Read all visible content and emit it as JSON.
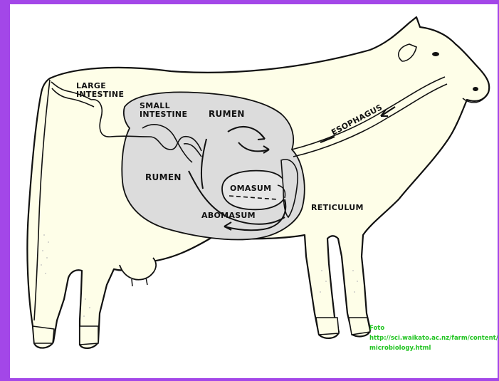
{
  "labels": {
    "large_intestine": [
      "LARGE",
      "INTESTINE"
    ],
    "small_intestine": [
      "SMALL",
      "INTESTINE"
    ],
    "rumen_upper": "RUMEN",
    "rumen_lower": "RUMEN",
    "esophagus": "ESOPHAGUS",
    "omasum": "OMASUM",
    "abomasum": "ABOMASUM",
    "reticulum": "RETICULUM"
  },
  "credit": {
    "line1": "Foto",
    "line2": "http://sci.waikato.ac.nz/farm/content/",
    "line3": "microbiology.html"
  },
  "colors": {
    "border": "#a347e8",
    "body_fill": "#fefee8",
    "stomach_fill": "#dcdcdc",
    "credit_text": "#22c422"
  }
}
